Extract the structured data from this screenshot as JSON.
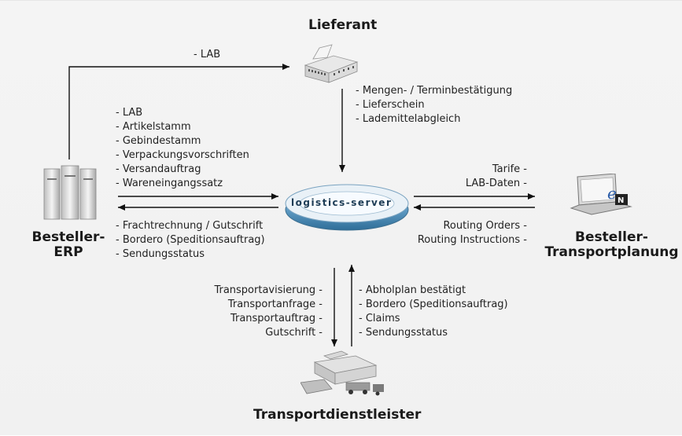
{
  "nodes": {
    "supplier": "Lieferant",
    "erp_line1": "Besteller-",
    "erp_line2": "ERP",
    "planning_line1": "Besteller-",
    "planning_line2": "Transportplanung",
    "carrier": "Transportdienstleister",
    "hub_logo": "logistics-server"
  },
  "flows": {
    "erp_to_supplier": "- LAB",
    "supplier_to_hub": [
      "- Mengen- / Terminbestätigung",
      "- Lieferschein",
      "- Lademittelabgleich"
    ],
    "erp_to_hub": [
      "- LAB",
      "- Artikelstamm",
      "- Gebindestamm",
      "- Verpackungsvorschriften",
      "- Versandauftrag",
      "- Wareneingangssatz"
    ],
    "hub_to_erp": [
      "- Frachtrechnung / Gutschrift",
      "- Bordero (Speditionsauftrag)",
      "- Sendungsstatus"
    ],
    "hub_to_planning": [
      "Tarife -",
      "LAB-Daten -"
    ],
    "planning_to_hub": [
      "Routing Orders -",
      "Routing Instructions -"
    ],
    "hub_to_carrier": [
      "Transportavisierung -",
      "Transportanfrage -",
      "Transportauftrag -",
      "Gutschrift -"
    ],
    "carrier_to_hub": [
      "- Abholplan bestätigt",
      "- Bordero (Speditionsauftrag)",
      "- Claims",
      "- Sendungsstatus"
    ]
  },
  "icons": {
    "supplier": "factory-building-icon",
    "erp": "server-rack-icon",
    "planning": "laptop-icon",
    "carrier": "shipping-logistics-icon",
    "hub": "ring-hub-icon"
  },
  "colors": {
    "arrow": "#111111",
    "hub_ring": "#5f9bc4",
    "hub_ring_dark": "#2f6e98"
  }
}
